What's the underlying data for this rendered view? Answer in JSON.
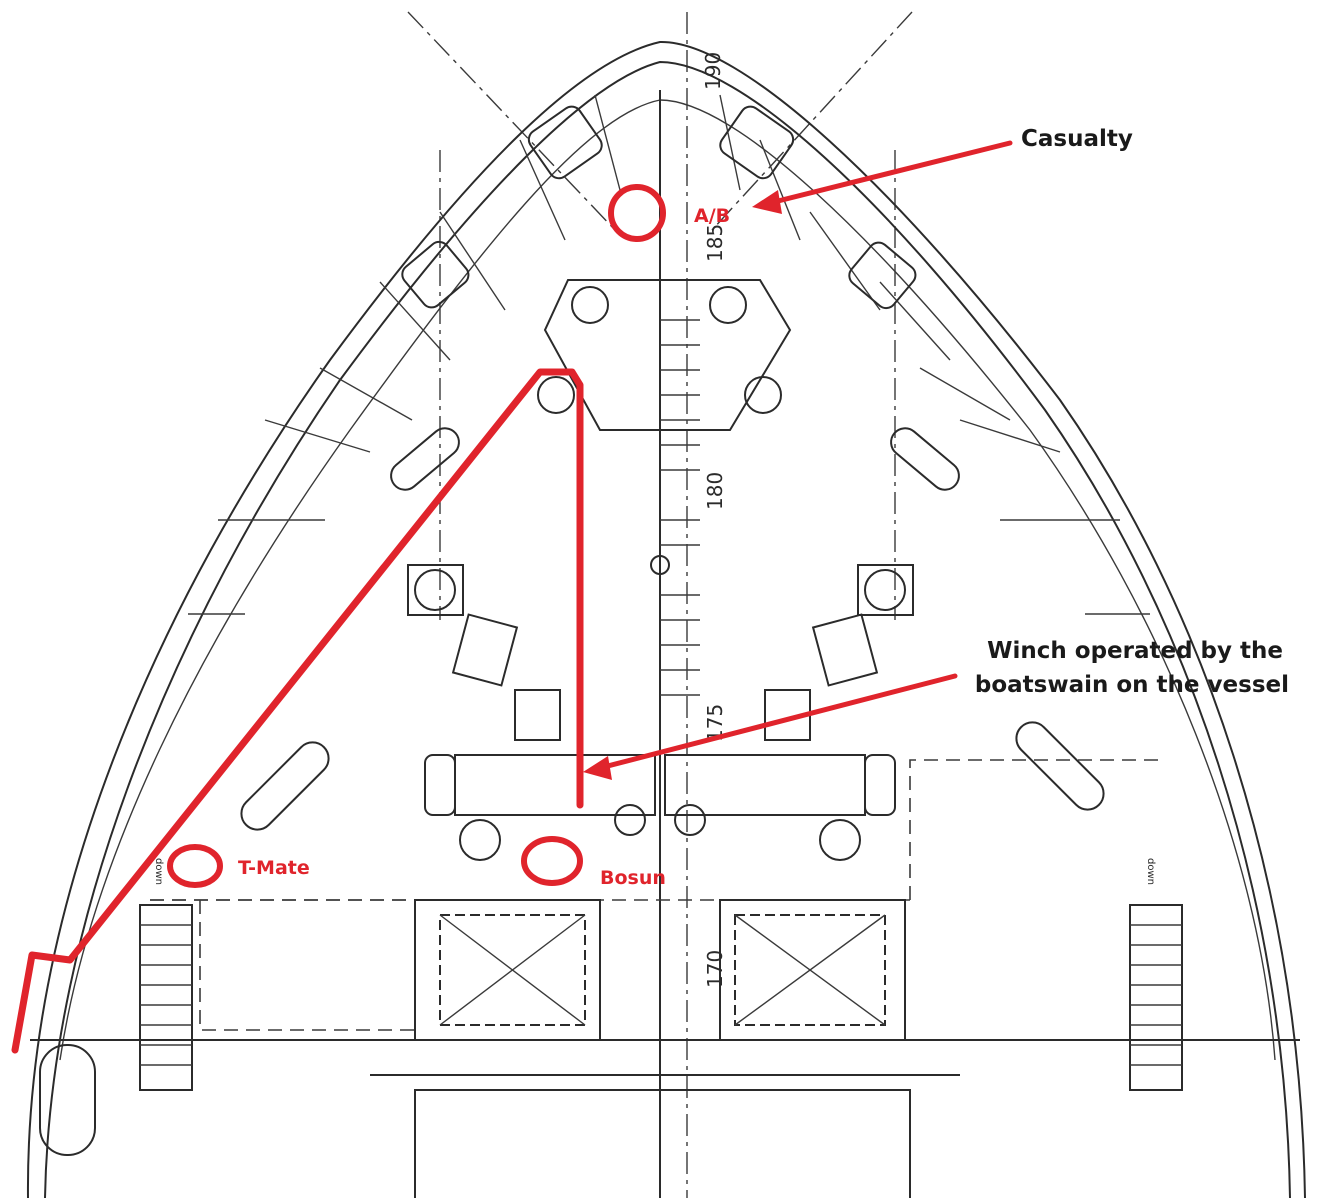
{
  "annotations": {
    "casualty": "Casualty",
    "winch_line1": "Winch operated by the",
    "winch_line2": "boatswain on the vessel",
    "ab": "A/B",
    "t_mate": "T-Mate",
    "bosun": "Bosun"
  },
  "frame_labels": [
    "190",
    "185",
    "180",
    "175",
    "170"
  ],
  "stair_labels": [
    "down",
    "down"
  ],
  "colors": {
    "annotation_red": "#e0242c",
    "line_dark": "#2b2b2b",
    "background": "#ffffff"
  }
}
